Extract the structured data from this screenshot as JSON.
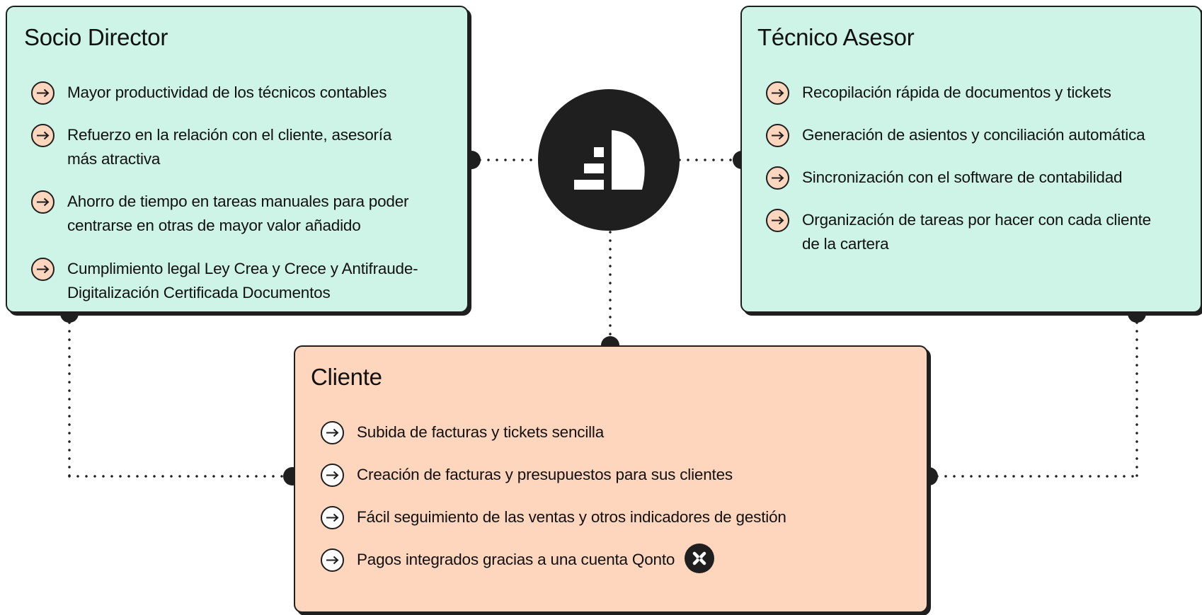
{
  "socio": {
    "title": "Socio Director",
    "items": [
      {
        "line1": "Mayor productividad de los técnicos contables",
        "line2": ""
      },
      {
        "line1": "Refuerzo en la relación con el cliente, asesoría",
        "line2": "más atractiva"
      },
      {
        "line1": "Ahorro de tiempo en tareas manuales para poder",
        "line2": "centrarse en otras de mayor valor añadido"
      },
      {
        "line1": "Cumplimiento legal Ley Crea y Crece y Antifraude-",
        "line2": "Digitalización Certificada Documentos"
      }
    ]
  },
  "tecnico": {
    "title": "Técnico Asesor",
    "items": [
      {
        "line1": "Recopilación rápida de documentos y tickets",
        "line2": ""
      },
      {
        "line1": "Generación de asientos y conciliación automática",
        "line2": ""
      },
      {
        "line1": "Sincronización con el software de contabilidad",
        "line2": ""
      },
      {
        "line1": "Organización de tareas por hacer con cada cliente",
        "line2": "de la cartera"
      }
    ]
  },
  "cliente": {
    "title": "Cliente",
    "items": [
      {
        "line1": "Subida de facturas y tickets sencilla"
      },
      {
        "line1": "Creación de facturas y presupuestos para sus clientes"
      },
      {
        "line1": "Fácil seguimiento de las ventas y otros indicadores de gestión"
      },
      {
        "line1": "Pagos integrados gracias a una cuenta Qonto"
      }
    ]
  },
  "icons": {
    "arrow": "arrow-right-circle-icon",
    "center_logo": "brand-logo",
    "qonto": "qonto-logo"
  },
  "colors": {
    "teal_card": "#cdf4e6",
    "peach_card": "#fed5bd",
    "dark": "#1f1f1f"
  }
}
